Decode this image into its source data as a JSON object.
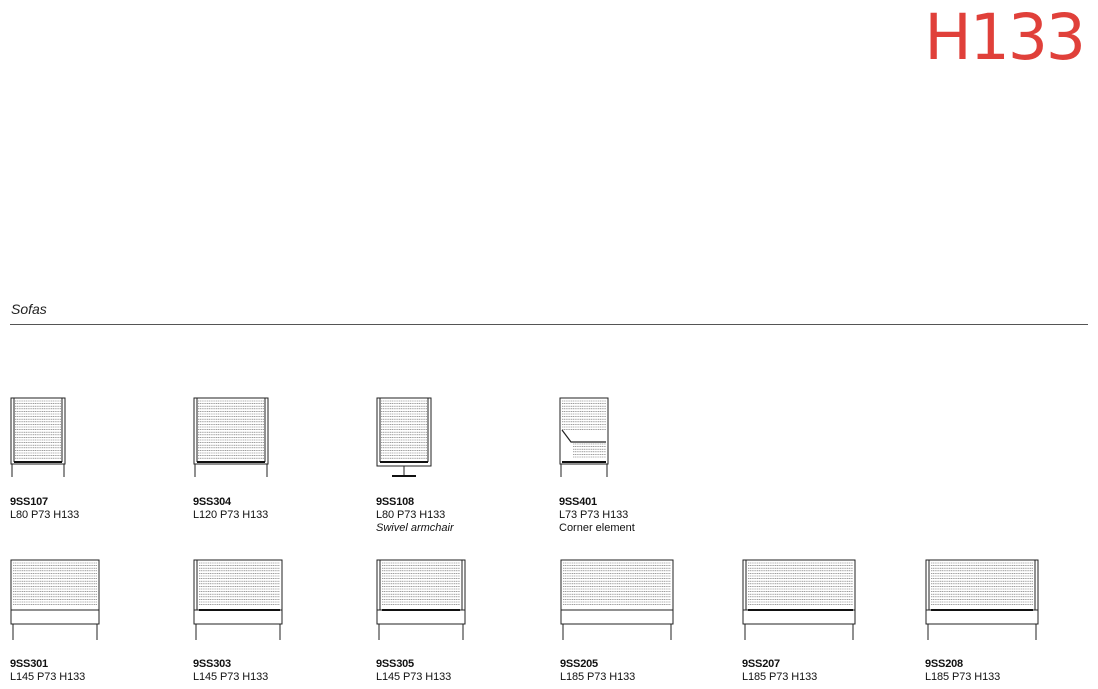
{
  "header": {
    "title": "H133"
  },
  "colors": {
    "accent": "#e0403a"
  },
  "section": {
    "title": "Sofas"
  },
  "products": [
    {
      "code": "9SS107",
      "dims": "L80 P73 H133",
      "note": ""
    },
    {
      "code": "9SS304",
      "dims": "L120 P73 H133",
      "note": ""
    },
    {
      "code": "9SS108",
      "dims": "L80 P73 H133",
      "note": "Swivel armchair"
    },
    {
      "code": "9SS401",
      "dims": "L73 P73 H133",
      "note": "Corner element"
    },
    {
      "code": "9SS301",
      "dims": "L145 P73 H133",
      "note": ""
    },
    {
      "code": "9SS303",
      "dims": "L145 P73 H133",
      "note": ""
    },
    {
      "code": "9SS305",
      "dims": "L145 P73 H133",
      "note": ""
    },
    {
      "code": "9SS205",
      "dims": "L185 P73 H133",
      "note": ""
    },
    {
      "code": "9SS207",
      "dims": "L185 P73 H133",
      "note": ""
    },
    {
      "code": "9SS208",
      "dims": "L185 P73 H133",
      "note": ""
    }
  ]
}
